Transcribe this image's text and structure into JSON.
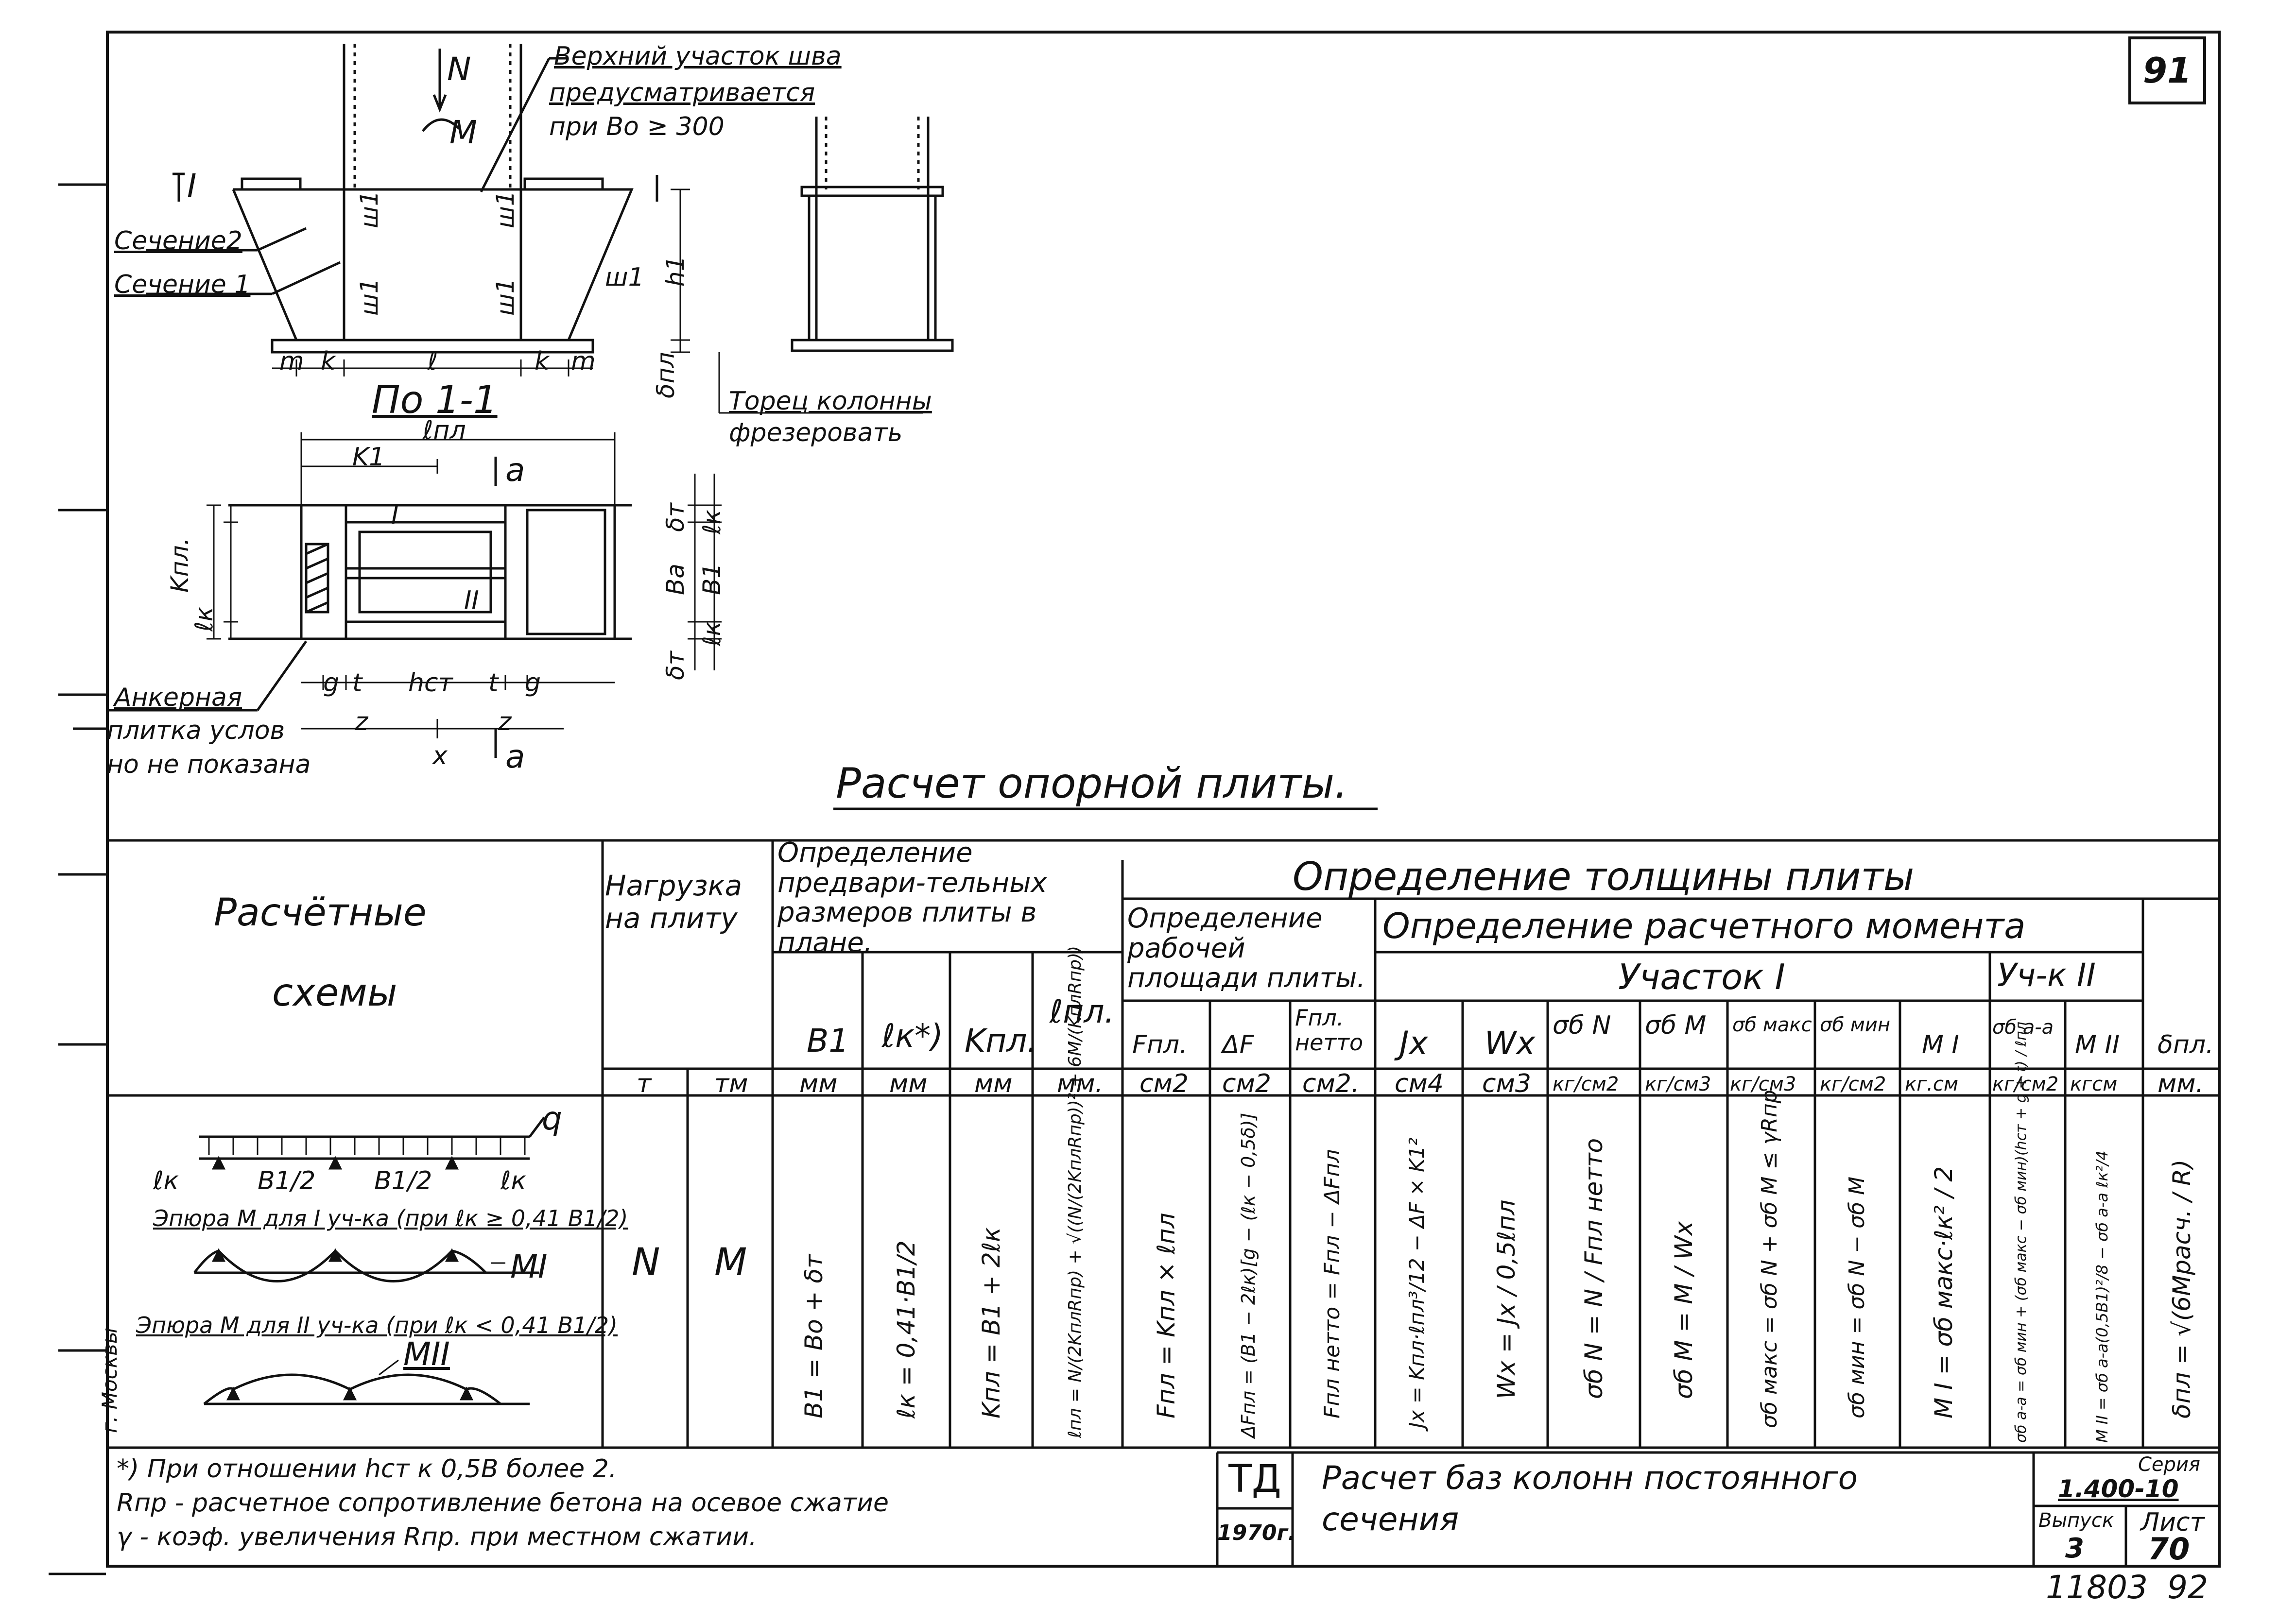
{
  "sheet_number": "91",
  "drawing": {
    "label_N": "N",
    "label_M": "M",
    "label_I": "I",
    "note_weld_line1": "Верхний участок шва",
    "note_weld_line2": "предусматривается",
    "note_weld_line3": "при Во ≥ 300",
    "section2": "Сечение2",
    "section1": "Сечение 1",
    "dim_m": "m",
    "dim_k": "k",
    "dim_l": "ℓ",
    "dim_h1": "h1",
    "dim_dpl": "δпл",
    "weld_w1": "ш1",
    "section_view_title": "По 1-1",
    "column_end_line1": "Торец колонны",
    "column_end_line2": "фрезеровать",
    "dim_lpl": "ℓпл",
    "dim_k1": "K1",
    "dim_a": "a",
    "dim_kpl": "Kпл.",
    "dim_lk": "ℓк",
    "dim_b1": "B1",
    "dim_ba": "Ba",
    "dim_dt": "δт",
    "dim_g": "g",
    "dim_t": "t",
    "dim_hct": "hст",
    "dim_z": "z",
    "dim_x": "x",
    "part_II": "II",
    "anchor_line1": "Анкерная",
    "anchor_line2": "плитка услов",
    "anchor_line3": "но не показана"
  },
  "main_title": "Расчет опорной плиты.",
  "table": {
    "h_schemes_1": "Расчётные",
    "h_schemes_2": "схемы",
    "h_load": "Нагрузка на плиту",
    "h_prelim": "Определение предвари-тельных размеров плиты в плане.",
    "h_thickness": "Определение толщины плиты",
    "h_area": "Определение рабочей площади плиты.",
    "h_moment": "Определение расчетного момента",
    "h_part1": "Участок I",
    "h_part2": "Уч-к II",
    "cols": [
      "B1",
      "ℓк*)",
      "Kпл.",
      "ℓпл.",
      "Fпл.",
      "ΔF",
      "Fпл. нетто",
      "Jx",
      "Wx",
      "σб N",
      "σб M",
      "σб макс",
      "σб мин",
      "M I",
      "σб a-a",
      "M II",
      "δпл."
    ],
    "units": [
      "т",
      "тм",
      "мм",
      "мм",
      "мм",
      "мм.",
      "см2",
      "см2",
      "см2.",
      "см4",
      "см3",
      "кг/см2",
      "кг/см3",
      "кг/см3",
      "кг/см2",
      "кг.см",
      "кг/см2",
      "кгсм",
      "мм."
    ],
    "load_N": "N",
    "load_M": "M",
    "formulas": [
      "B1 = Bo + δт",
      "ℓк = 0,41·B1/2",
      "Kпл = B1 + 2ℓк",
      "ℓпл = N/(2KплRпр) + √((N/(2KплRпр))² + 6M/(KплRпр))",
      "Fпл = Kпл × ℓпл",
      "ΔFпл = (B1 − 2ℓк)[g − (ℓк − 0,5δ)]",
      "Fпл нетто = Fпл − ΔFпл",
      "Jx = Kпл·ℓпл³/12 − ΔF × K1²",
      "Wx = Jx / 0,5ℓпл",
      "σб N = N / Fпл нетто",
      "σб M = M / Wx",
      "σб макс = σб N + σб M ≤ γRпр",
      "σб мин = σб N − σб M",
      "M I = σб макс·ℓк² / 2",
      "σб a-a = σб мин + (σб макс − σб мин)(hст + g + t) / ℓпл",
      "M II = σб a-a(0,5B1)²/8 − σб a-a ℓк²/4",
      "δпл = √(6Mрасч. / R)"
    ],
    "scheme_q": "q",
    "scheme_lk": "ℓк",
    "scheme_b1half": "B1/2",
    "scheme_caption1": "Эпюра M для I уч-ка (при ℓк ≥ 0,41 B1/2)",
    "scheme_MI": "MI",
    "scheme_caption2": "Эпюра M для II уч-ка (при ℓк < 0,41 B1/2)",
    "scheme_MII": "MII"
  },
  "notes": {
    "line1": "*) При отношении hст к 0,5B более 2.",
    "line2": "Rпр - расчетное сопротивление бетона на осевое сжатие",
    "line3": "γ - коэф. увеличения Rпр. при местном сжатии."
  },
  "titleblock": {
    "td": "ТД",
    "year": "1970г.",
    "title_line1": "Расчет баз колонн постоянного",
    "title_line2": "сечения",
    "series_label": "Серия",
    "series_value": "1.400-10",
    "issue_label": "Выпуск",
    "issue_value": "3",
    "sheet_label": "Лист",
    "sheet_value": "70"
  },
  "bottom_codes": {
    "left": "11803",
    "right": "92"
  },
  "side_text": "г. Москвы"
}
